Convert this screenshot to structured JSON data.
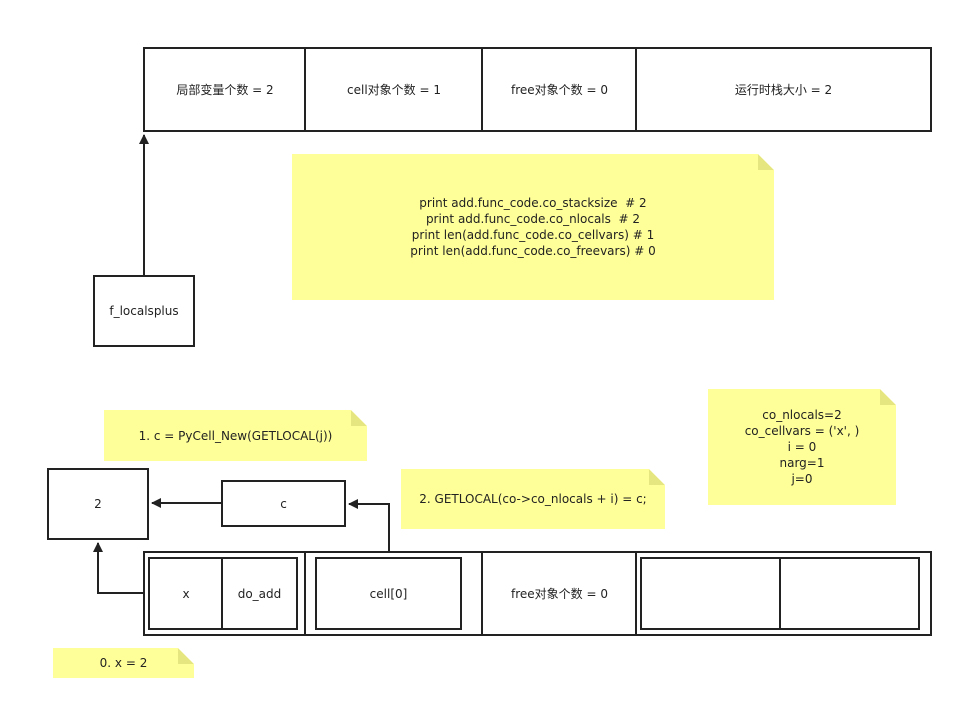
{
  "top_frame": {
    "cells": [
      "局部变量个数 = 2",
      "cell对象个数 = 1",
      "free对象个数 =  0",
      "运行时栈大小 = 2"
    ]
  },
  "f_localsplus_label": "f_localsplus",
  "code_note": {
    "lines": [
      "print add.func_code.co_stacksize  # 2",
      "print add.func_code.co_nlocals  # 2",
      "print len(add.func_code.co_cellvars) # 1",
      "print len(add.func_code.co_freevars) # 0"
    ]
  },
  "step1_note": "1.  c = PyCell_New(GETLOCAL(j))",
  "step2_note": "2. GETLOCAL(co->co_nlocals + i) = c;",
  "step0_note": "0. x = 2",
  "vars_note": {
    "lines": [
      "co_nlocals=2",
      "co_cellvars = ('x', )",
      "i = 0",
      "narg=1",
      "j=0"
    ]
  },
  "value_box": "2",
  "cell_c_box": "c",
  "bottom_frame": {
    "local_x": "x",
    "local_do_add": "do_add",
    "cell0": "cell[0]",
    "free_label": "free对象个数 =  0"
  }
}
